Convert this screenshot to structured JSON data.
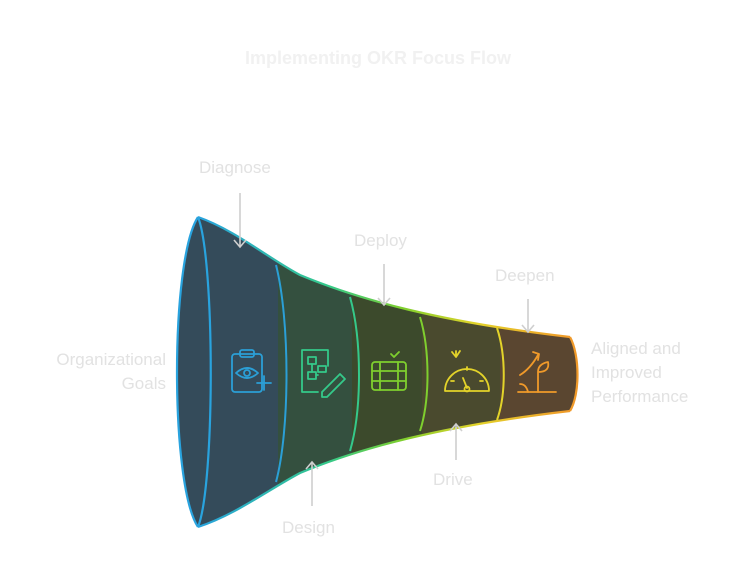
{
  "title": "Implementing OKR Focus Flow",
  "input_label": [
    "Organizational",
    "Goals"
  ],
  "output_label": [
    "Aligned and",
    "Improved",
    "Performance"
  ],
  "stages": [
    {
      "label": "Diagnose",
      "icon": "clipboard-eye-icon",
      "color": "#2b9fd6",
      "fill": "#344b5a"
    },
    {
      "label": "Design",
      "icon": "flowchart-pencil-icon",
      "color": "#35c98a",
      "fill": "#34503f"
    },
    {
      "label": "Deploy",
      "icon": "server-check-icon",
      "color": "#7fcf2e",
      "fill": "#3c4a2c"
    },
    {
      "label": "Drive",
      "icon": "gauge-icon",
      "color": "#e3d32a",
      "fill": "#4a4a2e"
    },
    {
      "label": "Deepen",
      "icon": "growth-plant-icon",
      "color": "#f09a2a",
      "fill": "#5a4630"
    }
  ]
}
